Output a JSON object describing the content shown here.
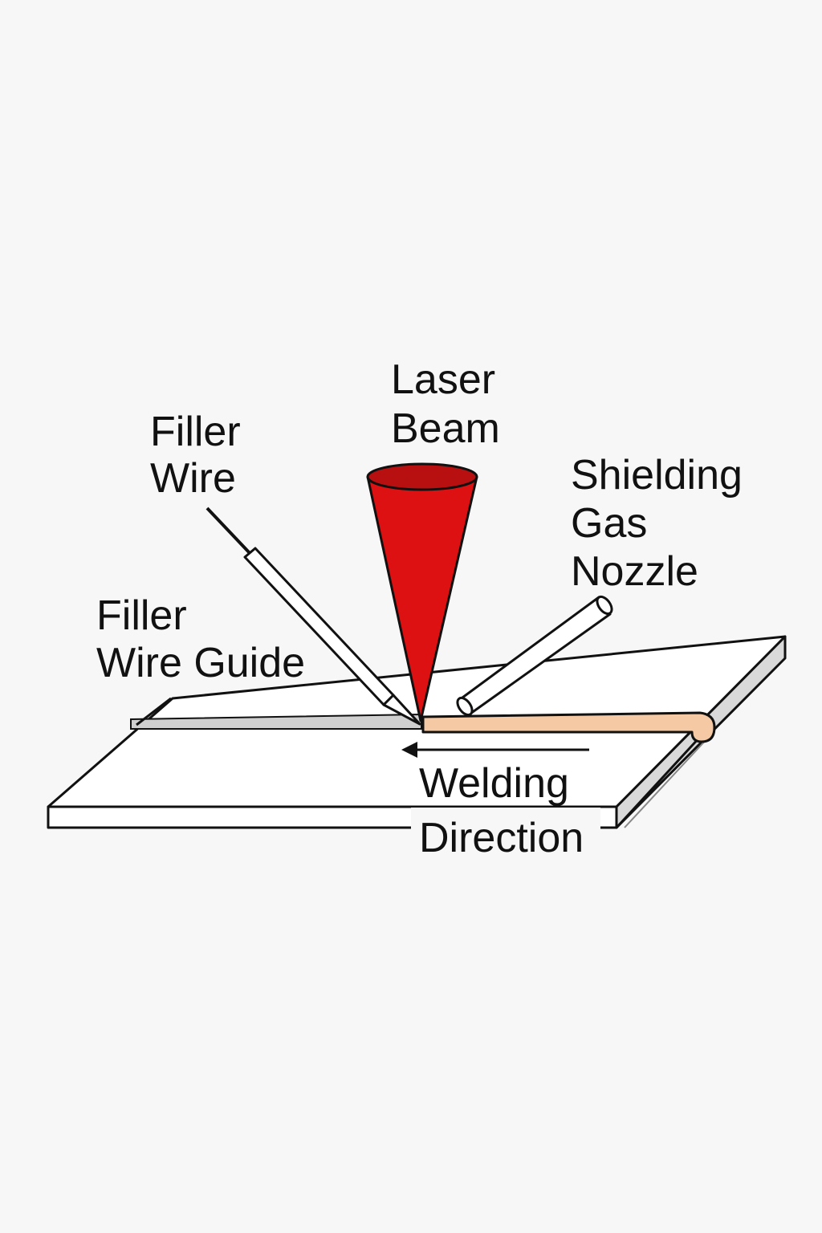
{
  "labels": {
    "laser_beam": [
      "Laser",
      "Beam"
    ],
    "filler_wire": [
      "Filler",
      "Wire"
    ],
    "shielding_gas_nozzle": [
      "Shielding",
      "Gas",
      "Nozzle"
    ],
    "filler_wire_guide": [
      "Filler",
      "Wire Guide"
    ],
    "welding_direction": [
      "Welding",
      "Direction"
    ]
  },
  "colors": {
    "background": "#f7f7f7",
    "laser_beam": "#dd1111",
    "laser_beam_top": "#b81010",
    "weld_bead": "#f4c9a4",
    "plate_side": "#d9d9d9",
    "plate_top": "#ffffff",
    "outline": "#111111"
  }
}
